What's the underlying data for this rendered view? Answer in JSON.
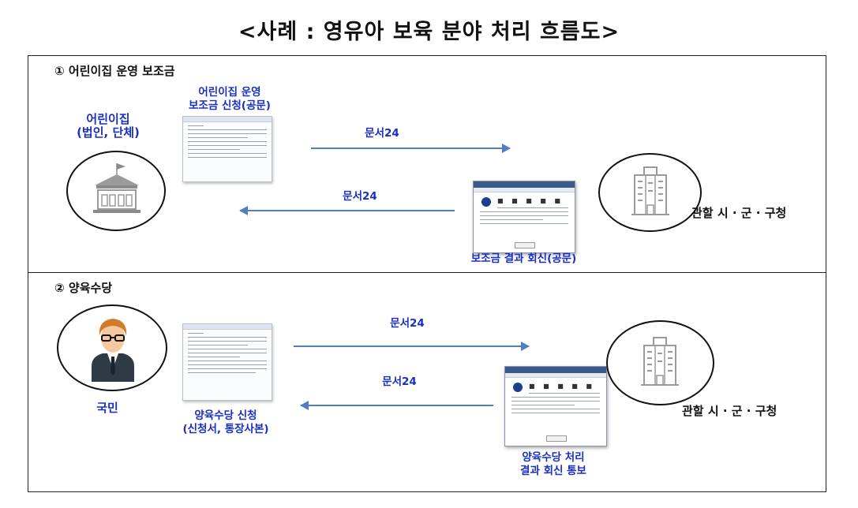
{
  "title": "<사례 : 영유아 보육 분야 처리 흐름도>",
  "section1": {
    "heading": "① 어린이집 운영 보조금",
    "sender": {
      "line1": "어린이집",
      "line2": "(법인, 단체)"
    },
    "request_doc": {
      "line1": "어린이집 운영",
      "line2": "보조금 신청(공문)"
    },
    "send_channel": "문서24",
    "return_channel": "문서24",
    "receiver": "관할 시 · 군 · 구청",
    "result_doc": "보조금 결과 회신(공문)"
  },
  "section2": {
    "heading": "② 양육수당",
    "sender": "국민",
    "request_doc": {
      "line1": "양육수당 신청",
      "line2": "(신청서, 통장사본)"
    },
    "send_channel": "문서24",
    "return_channel": "문서24",
    "receiver": "관할 시 · 군 · 구청",
    "result_doc": {
      "line1": "양육수당 처리",
      "line2": "결과 회신 통보"
    }
  },
  "colors": {
    "label_blue": "#1a2fc4",
    "arrow_blue": "#4f7fc0",
    "icon_gray": "#9a9a9a",
    "text_black": "#111111"
  },
  "icons": [
    "daycare-building-icon",
    "government-building-icon",
    "citizen-person-icon",
    "document-icon",
    "document-window-icon"
  ]
}
